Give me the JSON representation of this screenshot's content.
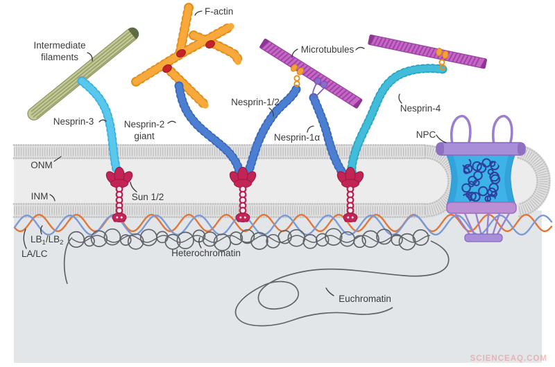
{
  "labels": {
    "intermediate_filaments_line1": "Intermediate",
    "intermediate_filaments_line2": "filaments",
    "f_actin": "F-actin",
    "microtubules": "Microtubules",
    "nesprin3": "Nesprin-3",
    "nesprin2_line1": "Nesprin-2",
    "nesprin2_line2": "giant",
    "nesprin12": "Nesprin-1/2",
    "nesprin1a": "Nesprin-1α",
    "nesprin4": "Nesprin-4",
    "npc": "NPC",
    "onm": "ONM",
    "inm": "INM",
    "sun": "Sun 1/2",
    "lb": [
      "LB",
      "1",
      "/LB",
      "2"
    ],
    "lalc": "LA/LC",
    "heterochromatin": "Heterochromatin",
    "euchromatin": "Euchromatin"
  },
  "watermark": {
    "text": "SCIENCEAQ.COM"
  },
  "colors": {
    "label_text": "#3a3a3a",
    "nucleus_interior": "#e3e6e9",
    "perinuclear_space": "#ececec",
    "membrane_base": "#e0e0e0",
    "membrane_hatch": "#b9b9b9",
    "nesprin3_cyan": "#5ac7ed",
    "nesprin_blue": "#4c7ed2",
    "nesprin4_teal": "#41bcd9",
    "actin_orange": "#f7a93b",
    "actin_junction_red": "#c42328",
    "intermediate_filament_olive": "#c5c997",
    "if_connector_pink": "#f0a2b2",
    "microtubule_magenta": "#c766c5",
    "kinesin_orange": "#f2a23c",
    "dynein_purple": "#8a6cc8",
    "sun_crimson": "#c32456",
    "npc_purple": "#a88dd8",
    "npc_channel_blue": "#3eb3e8",
    "npc_dna_navy": "#2c3f9f",
    "lamin_b_orange": "#e0763a",
    "lamin_ac_blue": "#7b99d4",
    "chromatin_gray": "#60646a",
    "watermark_pink": "#e88a8a"
  }
}
